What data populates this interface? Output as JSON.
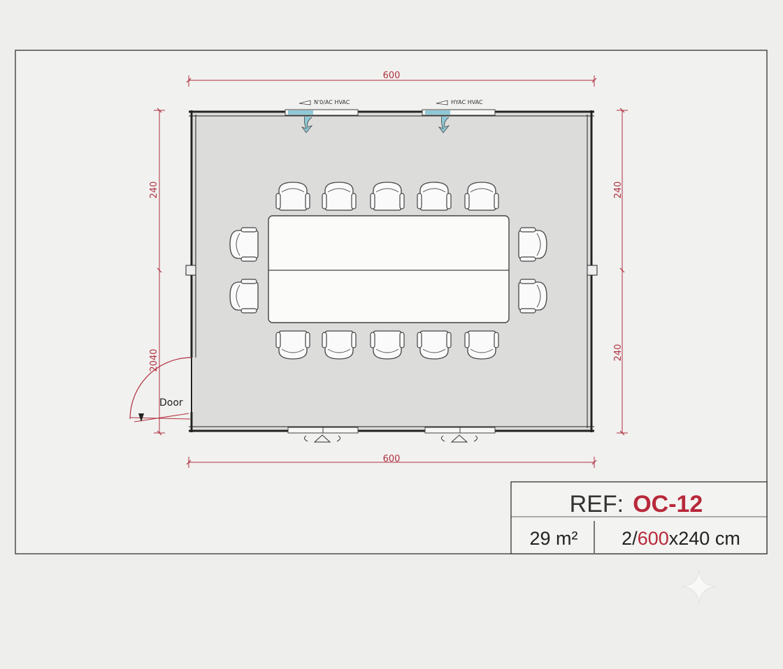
{
  "dimensions": {
    "top_width": "600",
    "bottom_width": "600",
    "left_upper": "240",
    "left_lower": "2040",
    "right_upper": "240",
    "right_lower": "240"
  },
  "hvac": {
    "left_label": "N'0/AC HVAC",
    "right_label": "HYAC HVAC"
  },
  "door": {
    "label": "Door"
  },
  "title_block": {
    "ref_label": "REF:",
    "ref_code": "OC-12",
    "area": "29 m²",
    "size_prefix": "2/",
    "size_accent": "600",
    "size_suffix": "x240 cm"
  },
  "colors": {
    "background": "#eeeeec",
    "room_fill": "#dcdcdb",
    "dimension_red": "#b03040",
    "accent_red": "#b8283a",
    "hvac_blue": "#8ec9d6"
  }
}
